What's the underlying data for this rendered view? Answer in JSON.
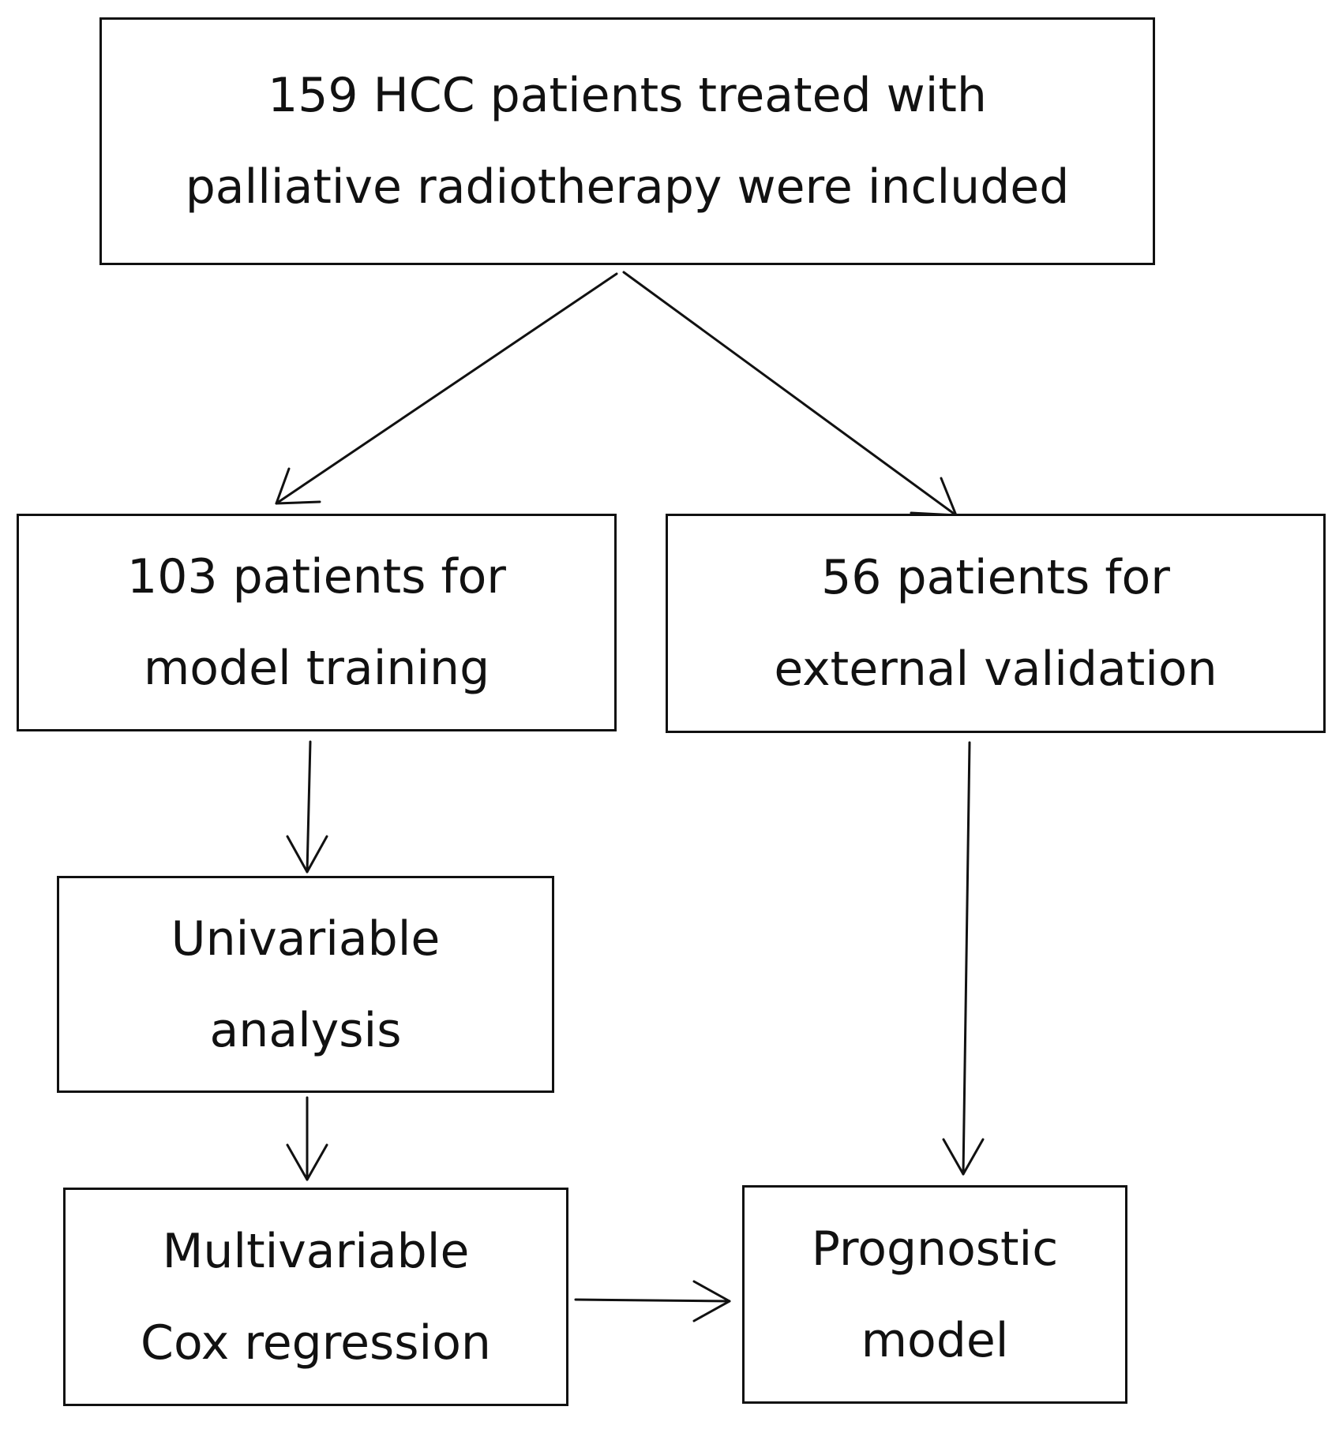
{
  "diagram": {
    "nodes": {
      "cohort": {
        "line1": "159 HCC patients treated with",
        "line2": "palliative radiotherapy were included"
      },
      "training": {
        "line1": "103 patients for",
        "line2": "model training"
      },
      "validation": {
        "line1": "56 patients for",
        "line2": "external validation"
      },
      "univariable": {
        "line1": "Univariable",
        "line2": "analysis"
      },
      "multivariable": {
        "line1": "Multivariable",
        "line2": "Cox regression"
      },
      "prognostic": {
        "line1": "Prognostic",
        "line2": "model"
      }
    },
    "edges": [
      {
        "from": "cohort",
        "to": "training"
      },
      {
        "from": "cohort",
        "to": "validation"
      },
      {
        "from": "training",
        "to": "univariable"
      },
      {
        "from": "univariable",
        "to": "multivariable"
      },
      {
        "from": "multivariable",
        "to": "prognostic"
      },
      {
        "from": "validation",
        "to": "prognostic"
      }
    ]
  }
}
